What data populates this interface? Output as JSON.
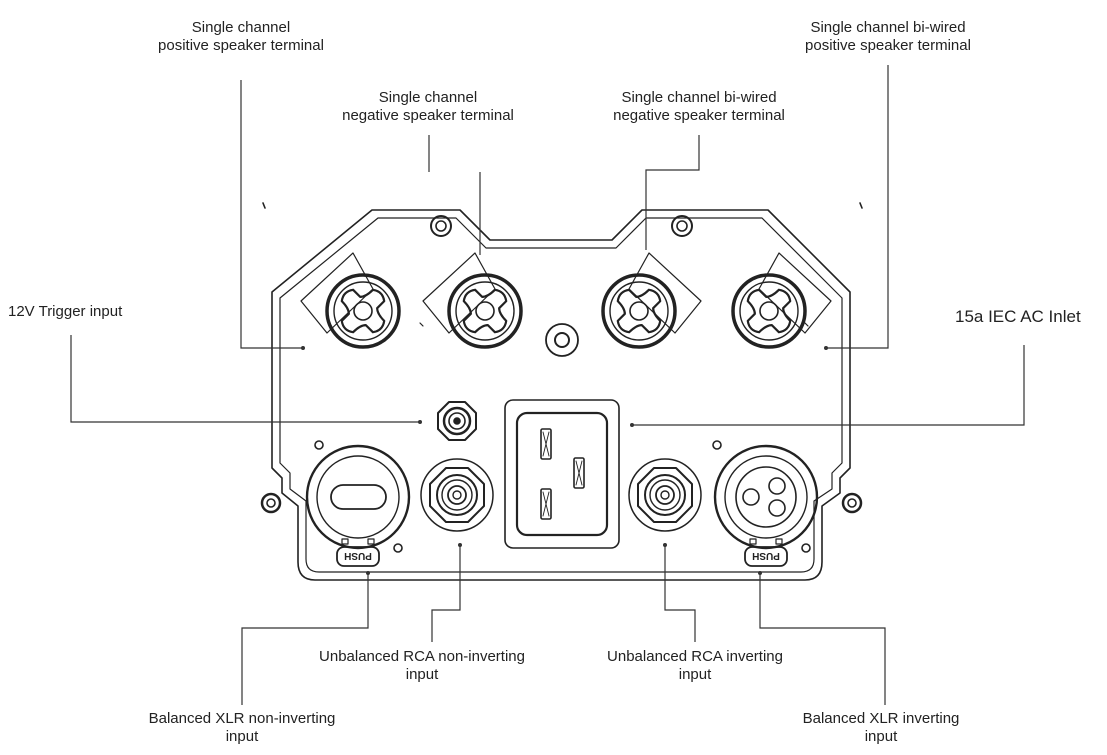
{
  "labels": {
    "pos_terminal_l1": "Single channel",
    "pos_terminal_l2": "positive speaker terminal",
    "neg_terminal_l1": "Single channel",
    "neg_terminal_l2": "negative speaker terminal",
    "biwired_neg_l1": "Single channel bi-wired",
    "biwired_neg_l2": "negative speaker terminal",
    "biwired_pos_l1": "Single channel bi-wired",
    "biwired_pos_l2": "positive speaker terminal",
    "trigger": "12V Trigger input",
    "iec": "15a IEC AC Inlet",
    "rca_noninv_l1": "Unbalanced RCA non-inverting",
    "rca_noninv_l2": "input",
    "rca_inv_l1": "Unbalanced RCA inverting",
    "rca_inv_l2": "input",
    "xlr_noninv_l1": "Balanced XLR non-inverting",
    "xlr_noninv_l2": "input",
    "xlr_inv_l1": "Balanced XLR inverting",
    "xlr_inv_l2": "input"
  },
  "xlr_tab": {
    "left": "PUSH",
    "right": "PUSH"
  }
}
